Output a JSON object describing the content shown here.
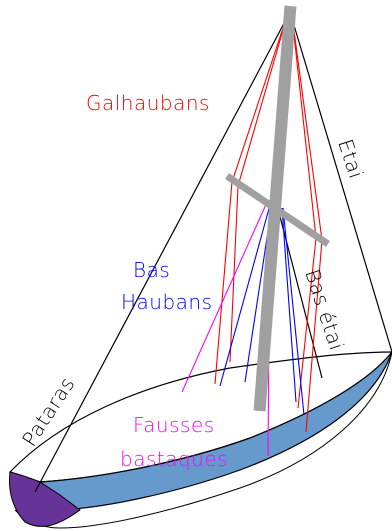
{
  "labels": {
    "galhaubans": "Galhaubans",
    "etai": "Etai",
    "bas": "Bas",
    "haubans": "Haubans",
    "bas_etai": "Bas étai",
    "pataras": "Pataras",
    "fausses": "Fausses",
    "bastaques": "bastaques"
  },
  "colors": {
    "galhaubans": "#ff0000",
    "bas_haubans": "#0000ff",
    "fausses_bastaques": "#ff00ff",
    "rigging_black": "#000000",
    "mast": "#a0a0a0",
    "hull_blue": "#6699cc",
    "bow_purple": "#663399"
  }
}
